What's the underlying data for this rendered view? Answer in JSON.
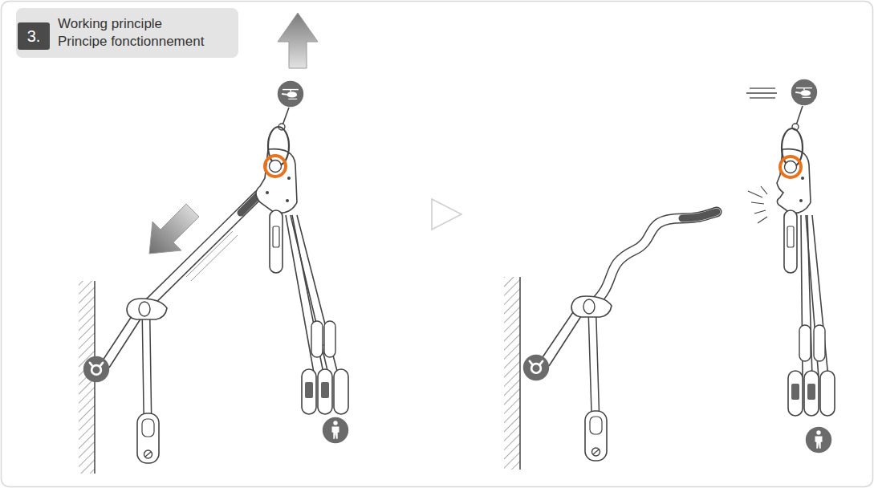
{
  "diagram": {
    "nodes": [
      {
        "text": [
          "Working principle",
          "Principe fonctionnement"
        ]
      },
      {
        "text": [
          "3."
        ],
        "in": 0
      }
    ]
  }
}
